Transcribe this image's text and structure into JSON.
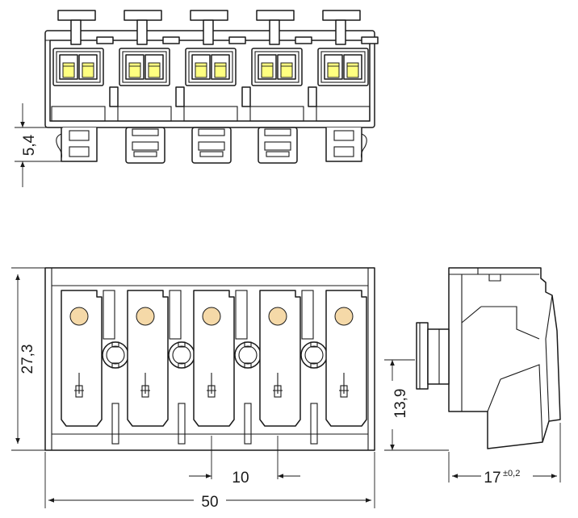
{
  "dimensions": {
    "latch_height": "5,4",
    "total_height": "27,3",
    "front_mount_height": "13,9",
    "pitch": "10",
    "total_width": "50",
    "depth": "17",
    "depth_tolerance": "±0,2"
  },
  "colors": {
    "clamp_slot": "#ffff80",
    "contact_dot": "#f5d9a8",
    "outline": "#1a1a1a",
    "body_fill": "#ffffff"
  },
  "poles": 5
}
